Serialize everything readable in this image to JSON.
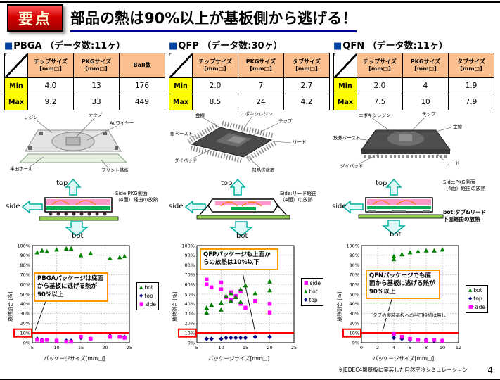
{
  "header": {
    "badge": "要点",
    "title": "部品の熱は90%以上が基板側から逃げる！"
  },
  "columns": [
    {
      "bullet": "■",
      "name": "PBGA",
      "count_label": "（データ数:11ヶ）",
      "table": {
        "headers": [
          "チップサイズ\n[mm□]",
          "PKGサイズ\n[mm□]",
          "Ball数"
        ],
        "rows": [
          {
            "label": "Min",
            "values": [
              "4.0",
              "13",
              "176"
            ]
          },
          {
            "label": "Max",
            "values": [
              "9.2",
              "33",
              "449"
            ]
          }
        ]
      },
      "illustration_labels": [
        "レジン",
        "チップ",
        "Auワイヤー",
        "半田ボール",
        "プリント基板"
      ],
      "cross_section": {
        "top_label": "top",
        "side_label": "side",
        "bot_label": "bot",
        "side_note": "Side:PKG側面\n（4面）経由の放熱"
      }
    },
    {
      "bullet": "■",
      "name": "QFP",
      "count_label": "（データ数:30ヶ）",
      "table": {
        "headers": [
          "チップサイズ\n[mm□]",
          "PKGサイズ\n[mm□]",
          "タブサイズ\n[mm□]"
        ],
        "rows": [
          {
            "label": "Min",
            "values": [
              "2.0",
              "7",
              "2.7"
            ]
          },
          {
            "label": "Max",
            "values": [
              "8.5",
              "24",
              "4.2"
            ]
          }
        ]
      },
      "illustration_labels": [
        "金線",
        "エポキシレジン",
        "チップ",
        "リード",
        "銀ペースト",
        "ダイパッド",
        "部品搭載面"
      ],
      "cross_section": {
        "top_label": "top",
        "side_label": "side",
        "bot_label": "bot",
        "side_note": "Side:リード経由\n（4面）の放熱"
      }
    },
    {
      "bullet": "■",
      "name": "QFN",
      "count_label": "（データ数:11ヶ）",
      "table": {
        "headers": [
          "チップサイズ\n[mm□]",
          "PKGサイズ\n[mm□]",
          "タブサイズ\n[mm□]"
        ],
        "rows": [
          {
            "label": "Min",
            "values": [
              "2.0",
              "4",
              "1.9"
            ]
          },
          {
            "label": "Max",
            "values": [
              "7.5",
              "10",
              "7.9"
            ]
          }
        ]
      },
      "illustration_labels": [
        "エポキシレジン",
        "チップ",
        "金線",
        "放熱ペースト",
        "ダイパッド",
        "リード"
      ],
      "cross_section": {
        "top_label": "top",
        "side_label": "side",
        "bot_label": "bot",
        "side_note": "Side:PKG側面\n（4面）経由の放熱",
        "bot_note": "bot:タブ&リード\n下面経由の放熱"
      }
    }
  ],
  "chart_data": [
    {
      "type": "scatter",
      "title": "PBGA 放熱割合",
      "xlabel": "パッケージサイズ[mm□]",
      "ylabel": "放熱割合 [%]",
      "xlim": [
        5,
        25
      ],
      "xticks": [
        5,
        10,
        15,
        20,
        25
      ],
      "ylim": [
        0,
        100
      ],
      "ytick_labels": [
        "0%",
        "10%",
        "20%",
        "30%",
        "40%",
        "50%",
        "60%",
        "70%",
        "80%",
        "90%",
        "100%"
      ],
      "grid": true,
      "highlight_line_y": 10,
      "highlight_color": "#ff0000",
      "legend_order": [
        "bot",
        "top",
        "side"
      ],
      "annotation": "PBGAパッケージは底面から基板に逃げる熱が90%以上",
      "pointer": {
        "x1": 8,
        "y1": 46,
        "x2": 5.6,
        "y2": 13
      },
      "series": [
        {
          "name": "bot",
          "marker": "triangle",
          "color": "#008000",
          "points": [
            [
              6,
              93
            ],
            [
              7,
              95
            ],
            [
              8,
              94
            ],
            [
              10,
              96
            ],
            [
              12,
              97
            ],
            [
              13,
              97
            ],
            [
              15,
              90
            ],
            [
              17,
              92
            ],
            [
              21,
              87
            ],
            [
              23,
              88
            ],
            [
              24,
              89
            ]
          ]
        },
        {
          "name": "top",
          "marker": "diamond",
          "color": "#000080",
          "points": [
            [
              6,
              4
            ],
            [
              7,
              3
            ],
            [
              8,
              3
            ],
            [
              10,
              2
            ],
            [
              12,
              2
            ],
            [
              13,
              2
            ],
            [
              15,
              5
            ],
            [
              17,
              4
            ],
            [
              21,
              7
            ],
            [
              23,
              6
            ],
            [
              24,
              6
            ]
          ]
        },
        {
          "name": "side",
          "marker": "square",
          "color": "#ff00ff",
          "points": [
            [
              6,
              3
            ],
            [
              7,
              2
            ],
            [
              8,
              3
            ],
            [
              10,
              2
            ],
            [
              12,
              1
            ],
            [
              13,
              1
            ],
            [
              15,
              6
            ],
            [
              17,
              4
            ],
            [
              21,
              6
            ],
            [
              23,
              6
            ],
            [
              24,
              5
            ]
          ]
        }
      ]
    },
    {
      "type": "scatter",
      "title": "QFP 放熱割合",
      "xlabel": "パッケージサイズ[mm□]",
      "ylabel": "放熱割合 [%]",
      "xlim": [
        5,
        25
      ],
      "xticks": [
        5,
        10,
        15,
        20,
        25
      ],
      "ylim": [
        0,
        100
      ],
      "ytick_labels": [
        "0%",
        "10%",
        "20%",
        "30%",
        "40%",
        "50%",
        "60%",
        "70%",
        "80%",
        "90%",
        "100%"
      ],
      "grid": true,
      "highlight_line_y": 10,
      "highlight_color": "#ff0000",
      "legend_order": [
        "side",
        "bot",
        "top"
      ],
      "annotation": "QFPパッケージも上面からの放熱は10%以下",
      "pointer": {
        "x1": 14.5,
        "y1": 70,
        "x2": 17,
        "y2": 11
      },
      "series": [
        {
          "name": "side",
          "marker": "square",
          "color": "#ff00ff",
          "points": [
            [
              7,
              65
            ],
            [
              7,
              60
            ],
            [
              8,
              57
            ],
            [
              10,
              62
            ],
            [
              10,
              55
            ],
            [
              11,
              47
            ],
            [
              12,
              52
            ],
            [
              12,
              44
            ],
            [
              13,
              48
            ],
            [
              14,
              53
            ],
            [
              14,
              40
            ],
            [
              15,
              36
            ],
            [
              17,
              43
            ],
            [
              20,
              40
            ],
            [
              20,
              31
            ]
          ]
        },
        {
          "name": "bot",
          "marker": "triangle",
          "color": "#008000",
          "points": [
            [
              7,
              31
            ],
            [
              7,
              36
            ],
            [
              8,
              39
            ],
            [
              10,
              34
            ],
            [
              10,
              41
            ],
            [
              11,
              48
            ],
            [
              12,
              43
            ],
            [
              12,
              51
            ],
            [
              13,
              47
            ],
            [
              14,
              42
            ],
            [
              14,
              55
            ],
            [
              15,
              59
            ],
            [
              17,
              51
            ],
            [
              20,
              54
            ],
            [
              20,
              63
            ]
          ]
        },
        {
          "name": "top",
          "marker": "diamond",
          "color": "#000080",
          "points": [
            [
              7,
              4
            ],
            [
              8,
              4
            ],
            [
              10,
              4
            ],
            [
              11,
              5
            ],
            [
              12,
              5
            ],
            [
              13,
              5
            ],
            [
              14,
              5
            ],
            [
              15,
              5
            ],
            [
              17,
              6
            ],
            [
              20,
              6
            ]
          ]
        }
      ]
    },
    {
      "type": "scatter",
      "title": "QFN 放熱割合",
      "xlabel": "パッケージサイズ[mm□]",
      "ylabel": "放熱割合 [%]",
      "xlim": [
        0,
        12
      ],
      "xticks": [
        0,
        2,
        4,
        6,
        8,
        10,
        12
      ],
      "ylim": [
        0,
        100
      ],
      "ytick_labels": [
        "0%",
        "10%",
        "20%",
        "30%",
        "40%",
        "50%",
        "60%",
        "70%",
        "80%",
        "90%",
        "100%"
      ],
      "grid": true,
      "highlight_line_y": 10,
      "highlight_color": "#ff0000",
      "legend_order": [
        "bot",
        "top",
        "side"
      ],
      "annotation": "QFNパッケージでも底面から基板に逃げる熱が90%以上",
      "extra_note": "タブの実装基板への半田接続は無し",
      "pointer": {
        "x1": 4,
        "y1": 52,
        "x2": 2.6,
        "y2": 12
      },
      "series": [
        {
          "name": "bot",
          "marker": "triangle",
          "color": "#008000",
          "points": [
            [
              4,
              86
            ],
            [
              4,
              89
            ],
            [
              5,
              91
            ],
            [
              6,
              93
            ],
            [
              7,
              94
            ],
            [
              8,
              95
            ],
            [
              9,
              95
            ],
            [
              10,
              96
            ]
          ]
        },
        {
          "name": "top",
          "marker": "diamond",
          "color": "#000080",
          "points": [
            [
              4,
              5
            ],
            [
              5,
              4
            ],
            [
              6,
              3
            ],
            [
              7,
              3
            ],
            [
              8,
              3
            ],
            [
              9,
              2
            ],
            [
              10,
              2
            ]
          ]
        },
        {
          "name": "side",
          "marker": "square",
          "color": "#ff00ff",
          "points": [
            [
              4,
              9
            ],
            [
              5,
              6
            ],
            [
              6,
              4
            ],
            [
              7,
              3
            ],
            [
              8,
              2
            ],
            [
              9,
              3
            ],
            [
              10,
              2
            ]
          ]
        }
      ]
    }
  ],
  "footer": {
    "note": "※JEDEC4層基板に実装した自然空冷シミュレーション",
    "page": "4"
  }
}
